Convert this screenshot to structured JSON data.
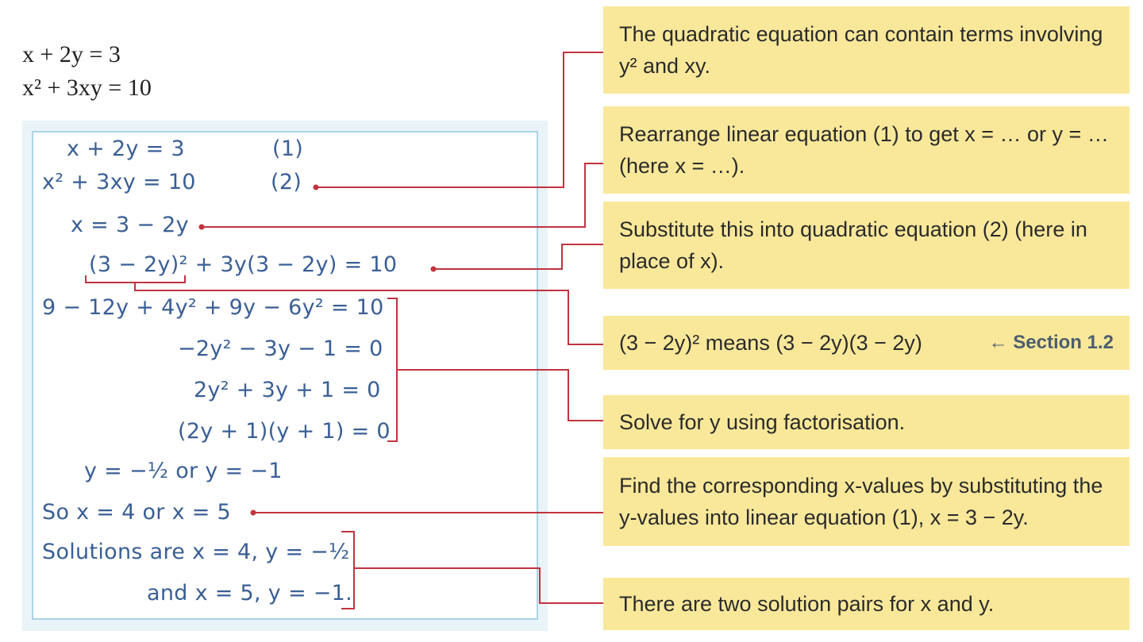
{
  "problem": {
    "line1": "x + 2y = 3",
    "line2": "x² + 3xy = 10"
  },
  "working": {
    "eq1": "x + 2y = 3",
    "eq1_tag": "(1)",
    "eq2": "x² + 3xy = 10",
    "eq2_tag": "(2)",
    "rearranged": "x = 3 − 2y",
    "substituted": "(3 − 2y)² + 3y(3 − 2y) = 10",
    "expanded": "9 − 12y + 4y² + 9y − 6y² = 10",
    "simplified": "−2y² − 3y − 1 = 0",
    "normalised": "2y² + 3y + 1 = 0",
    "factorised": "(2y + 1)(y + 1) = 0",
    "y_values": "y = −½ or y = −1",
    "x_values": "So x = 4 or x = 5",
    "solutions_1": "Solutions are x = 4, y = −½",
    "solutions_2": "and x = 5, y = −1."
  },
  "notes": {
    "n1": "The quadratic equation can contain terms involving y² and xy.",
    "n2": "Rearrange linear equation (1) to get x = … or y = … (here x = …).",
    "n3": "Substitute this into quadratic equation (2) (here in place of x).",
    "n4": "(3 − 2y)² means (3 − 2y)(3 − 2y)",
    "n4_ref": "← Section 1.2",
    "n5": "Solve for y using factorisation.",
    "n6": "Find the corresponding x-values by substituting the y-values into linear equation (1), x = 3 − 2y.",
    "n7": "There are two solution pairs for x and y."
  },
  "colors": {
    "leader": "#c0343f",
    "working_text": "#3a5f95",
    "note_bg": "#f9e89a",
    "panel_border": "#a9d3e6"
  }
}
